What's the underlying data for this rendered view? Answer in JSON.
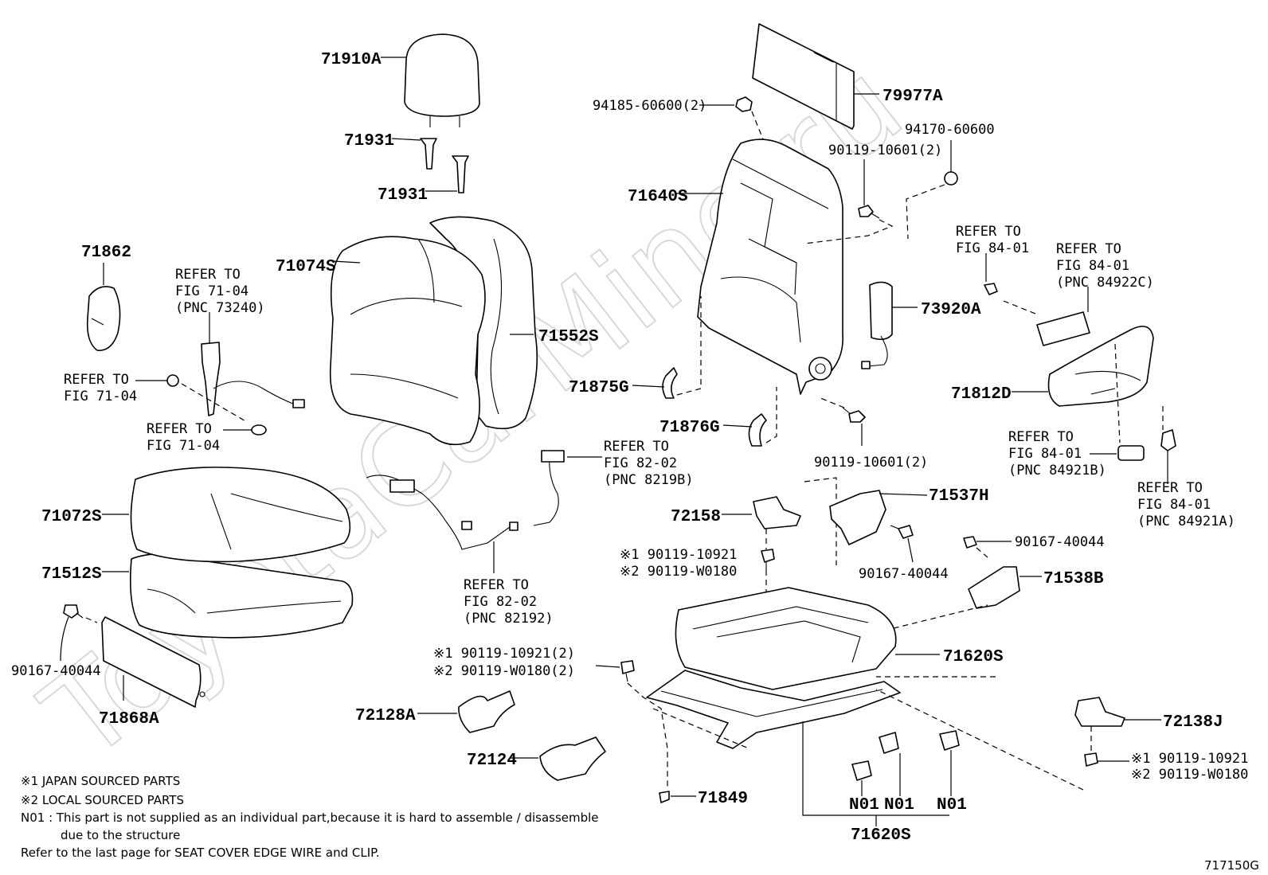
{
  "watermark": "ToyotaCarMine.ru",
  "figure_code": "717150G",
  "labels": {
    "p71910A": "71910A",
    "p71931a": "71931",
    "p71931b": "71931",
    "p71074S": "71074S",
    "p71552S": "71552S",
    "p71862": "71862",
    "ref_71_04_pnc_a": "REFER TO",
    "ref_71_04_pnc_b": "FIG 71-04",
    "ref_71_04_pnc_c": "(PNC 73240)",
    "ref_71_04_a1": "REFER TO",
    "ref_71_04_a2": "FIG 71-04",
    "ref_71_04_b1": "REFER TO",
    "ref_71_04_b2": "FIG 71-04",
    "p71072S": "71072S",
    "p71512S": "71512S",
    "p90167_left": "90167-40044",
    "p71868A": "71868A",
    "ref_82_02_top_a": "REFER TO",
    "ref_82_02_top_b": "FIG 82-02",
    "ref_82_02_top_c": "(PNC 8219B)",
    "ref_82_02_bot_a": "REFER TO",
    "ref_82_02_bot_b": "FIG 82-02",
    "ref_82_02_bot_c": "(PNC 82192)",
    "p72128A": "72128A",
    "p72124": "72124",
    "bolt_2x_a": "※1 90119-10921(2)",
    "bolt_2x_b": "※2 90119-W0180(2)",
    "p79977A": "79977A",
    "p94185": "94185-60600(2)",
    "p94170": "94170-60600",
    "p90119_top": "90119-10601(2)",
    "p71640S": "71640S",
    "p73920A": "73920A",
    "p71875G": "71875G",
    "p71876G": "71876G",
    "p90119_mid": "90119-10601(2)",
    "ref_84_01_a1": "REFER TO",
    "ref_84_01_a2": "FIG 84-01",
    "ref_84_01_b1": "REFER TO",
    "ref_84_01_b2": "FIG 84-01",
    "ref_84_01_b3": "(PNC 84922C)",
    "p71812D": "71812D",
    "ref_84_01_c1": "REFER TO",
    "ref_84_01_c2": "FIG 84-01",
    "ref_84_01_c3": "(PNC 84921B)",
    "ref_84_01_d1": "REFER TO",
    "ref_84_01_d2": "FIG 84-01",
    "ref_84_01_d3": "(PNC 84921A)",
    "p72158": "72158",
    "p71537H": "71537H",
    "bolt_1x_a": "※1 90119-10921",
    "bolt_1x_b": "※2 90119-W0180",
    "p90167_mid": "90167-40044",
    "p90167_right": "90167-40044",
    "p71538B": "71538B",
    "p71620S_upper": "71620S",
    "p72138J": "72138J",
    "bolt_r_a": "※1 90119-10921",
    "bolt_r_b": "※2 90119-W0180",
    "p71849": "71849",
    "n01_a": "N01",
    "n01_b": "N01",
    "n01_c": "N01",
    "p71620S_lower": "71620S"
  },
  "notes": {
    "note1": "※1 JAPAN SOURCED PARTS",
    "note2": "※2 LOCAL SOURCED PARTS",
    "note3": "N01 : This part is not supplied as an individual part,because it is hard to assemble / disassemble",
    "note3b": "due to the structure",
    "note4": "Refer to the last page for SEAT COVER EDGE WIRE and CLIP."
  }
}
